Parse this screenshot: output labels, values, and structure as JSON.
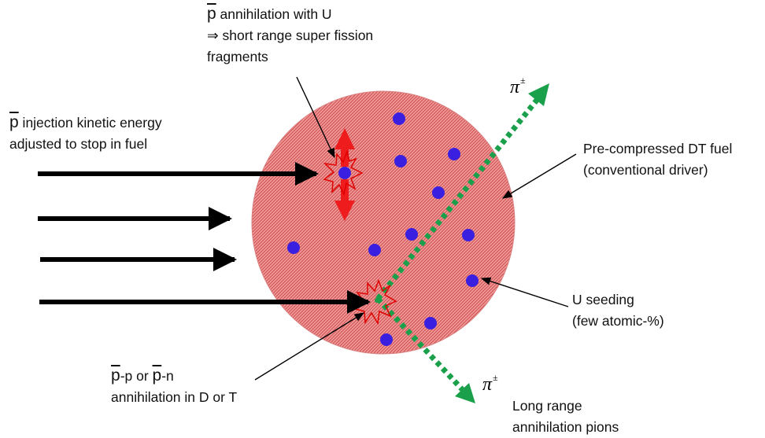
{
  "labels": {
    "pbar_u": {
      "symbol": "p",
      "line1": " annihilation with U",
      "line2": "⇒ short range super fission",
      "line3": "fragments"
    },
    "injection": {
      "symbol": "p",
      "line1": " injection kinetic energy",
      "line2": "adjusted to stop in fuel"
    },
    "fuel": {
      "line1": "Pre-compressed DT fuel",
      "line2": "(conventional driver)"
    },
    "seeding": {
      "line1": "U seeding",
      "line2": "(few atomic-%)"
    },
    "dt_annihilation": {
      "symbol_a": "p",
      "text_a": "-p  or  ",
      "symbol_b": "p",
      "text_b": "-n",
      "line2": "annihilation in D or T"
    },
    "pions": {
      "line1": "Long range",
      "line2": "annihilation pions"
    },
    "pion_symbol": {
      "glyph": "π",
      "charge": "±"
    }
  },
  "colors": {
    "fuel_fill": "#f29a9a",
    "fuel_hatch": "#c94a4a",
    "uranium_dot": "#3a1fe0",
    "fragment_arrow": "#ee1c1c",
    "pion_track": "#1aa04a",
    "beam_arrow": "#000000",
    "burst_outline": "#e00000"
  }
}
